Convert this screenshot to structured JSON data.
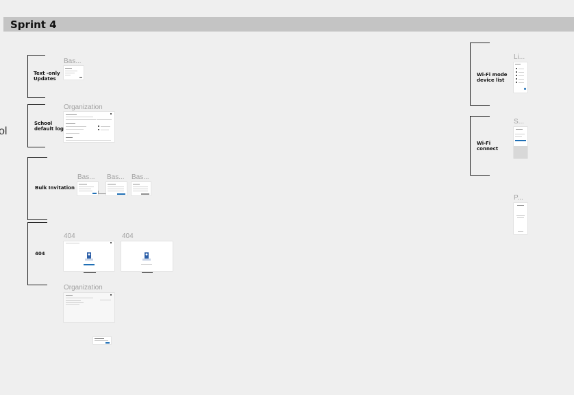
{
  "page": {
    "sprint_title": "Sprint 4",
    "edge_text": "ol"
  },
  "sections": {
    "text_only": {
      "label_line1": "Text -only",
      "label_line2": "Updates"
    },
    "school_logo": {
      "label_line1": "School",
      "label_line2": "default logo"
    },
    "bulk_invitation": {
      "label": "Bulk Invitation"
    },
    "not_found": {
      "label": "404"
    },
    "wifi_mode": {
      "label_line1": "Wi-Fi mode",
      "label_line2": "device list"
    },
    "wifi_connect": {
      "label_line1": "Wi-Fi",
      "label_line2": "connect"
    }
  },
  "frames": {
    "text_only_frame": {
      "title": "Bas..."
    },
    "organization_frame_1": {
      "title": "Organization"
    },
    "bulk_frame_1": {
      "title": "Bas..."
    },
    "bulk_frame_2": {
      "title": "Bas..."
    },
    "bulk_frame_3": {
      "title": "Bas..."
    },
    "frame_404_1": {
      "title": "404"
    },
    "frame_404_2": {
      "title": "404"
    },
    "organization_frame_2": {
      "title": "Organization"
    },
    "wifi_list_frame": {
      "title": "Li..."
    },
    "wifi_connect_frame": {
      "title": "S..."
    },
    "phone_frame": {
      "title": "P..."
    }
  },
  "colors": {
    "canvas": "#efefef",
    "banner": "#c4c4c4",
    "primary_button": "#1f6fb5"
  }
}
